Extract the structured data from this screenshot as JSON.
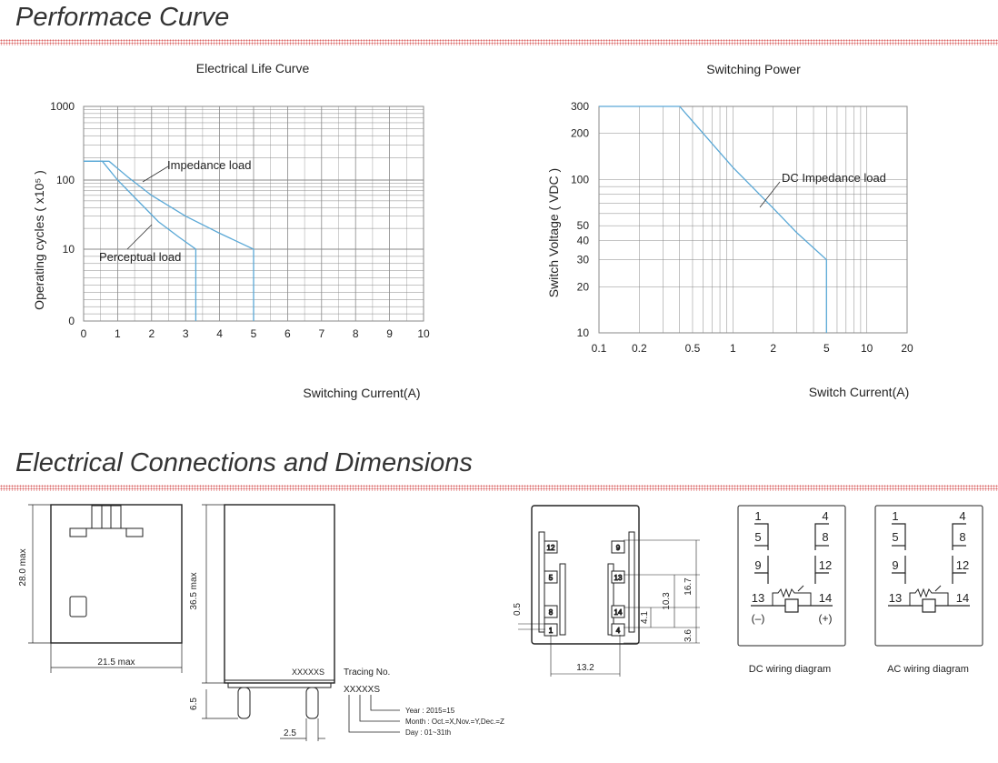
{
  "sections": {
    "performance_title": "Performace Curve",
    "connections_title": "Electrical Connections and Dimensions"
  },
  "colors": {
    "curve": "#5aa8d6",
    "grid": "#888888",
    "accent_line": "#d24040"
  },
  "chart_data": [
    {
      "type": "line",
      "title": "Electrical Life Curve",
      "xlabel": "Switching Current(A)",
      "ylabel": "Operating cycles ( x10⁵ )",
      "xlim": [
        0,
        10
      ],
      "x_ticks": [
        "0",
        "1",
        "2",
        "3",
        "4",
        "5",
        "6",
        "7",
        "8",
        "9",
        "10"
      ],
      "y_ticks": [
        "0",
        "10",
        "100",
        "1000"
      ],
      "series": [
        {
          "name": "Impedance load",
          "x": [
            0,
            0.75,
            1.3,
            2,
            3,
            4,
            5,
            5
          ],
          "y": [
            180,
            180,
            110,
            60,
            30,
            17,
            10,
            0
          ]
        },
        {
          "name": "Perceptual load",
          "x": [
            0,
            0.55,
            1,
            1.6,
            2.2,
            2.8,
            3.3,
            3.3
          ],
          "y": [
            180,
            180,
            100,
            50,
            25,
            15,
            10,
            0
          ]
        }
      ]
    },
    {
      "type": "line",
      "title": "Switching Power",
      "xlabel": "Switch Current(A)",
      "ylabel": "Switch Voltage ( VDC )",
      "xscale": "log",
      "yscale": "log",
      "xlim": [
        0.1,
        20
      ],
      "ylim": [
        10,
        300
      ],
      "x_ticks": [
        "0.1",
        "0.2",
        "0.5",
        "1",
        "2",
        "5",
        "10",
        "20"
      ],
      "y_ticks": [
        "10",
        "20",
        "30",
        "40",
        "50",
        "100",
        "200",
        "300"
      ],
      "series": [
        {
          "name": "DC Impedance load",
          "x": [
            0.1,
            0.4,
            0.6,
            1,
            2,
            3,
            5,
            5
          ],
          "y": [
            300,
            300,
            200,
            120,
            65,
            45,
            30,
            10
          ]
        }
      ]
    }
  ],
  "dimensions": {
    "height_front": "28.0 max",
    "width_front": "21.5 max",
    "height_side": "36.5 max",
    "pin_length": "6.5",
    "pin_offset": "2.5",
    "marking": "XXXXXS",
    "tracing_title": "Tracing No.",
    "tracing_code": "XXXXXS",
    "tracing_year": "Year  : 2015=15",
    "tracing_month": "Month : Oct.=X,Nov.=Y,Dec.=Z",
    "tracing_day": "Day   : 01~31th",
    "bottom_167": "16.7",
    "bottom_103": "10.3",
    "bottom_41": "4.1",
    "bottom_36": "3.6",
    "bottom_05": "0.5",
    "bottom_132": "13.2",
    "pin_labels": [
      "12",
      "5",
      "8",
      "9",
      "13",
      "14",
      "1",
      "4"
    ]
  },
  "wiring": {
    "dc_caption": "DC wiring diagram",
    "ac_caption": "AC wiring diagram",
    "terminals": [
      "1",
      "5",
      "9",
      "4",
      "8",
      "12",
      "13",
      "14"
    ],
    "dc_minus": "(–)",
    "dc_plus": "(+)"
  }
}
